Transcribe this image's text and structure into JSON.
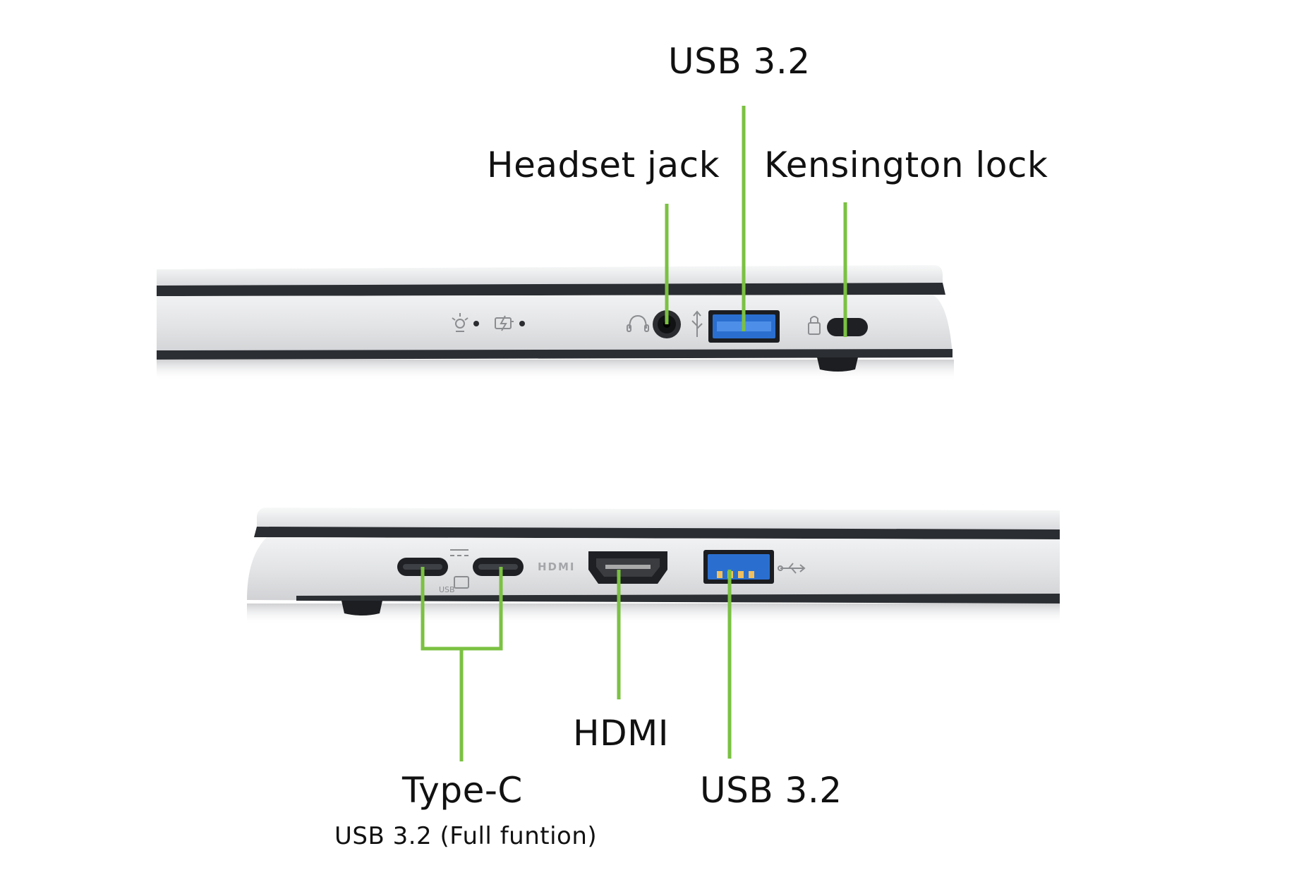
{
  "colors": {
    "leader": "#7bc142",
    "chassis": "#e3e4e6",
    "chassis_light": "#f2f3f4",
    "chassis_shade": "#c9cacd",
    "dark_strip": "#23262b",
    "usb_blue": "#2a6fcf",
    "text": "#111111"
  },
  "right_side": {
    "labels": {
      "headset": "Headset jack",
      "usb": "USB 3.2",
      "kensington": "Kensington lock"
    },
    "icons": [
      "brightness-indicator-icon",
      "battery-charging-indicator-icon",
      "headset-icon",
      "usb-icon",
      "lock-icon"
    ]
  },
  "left_side": {
    "labels": {
      "typec": "Type-C",
      "typec_sub": "USB 3.2 (Full funtion)",
      "hdmi": "HDMI",
      "usb": "USB 3.2"
    },
    "port_marks": {
      "hdmi": "HDMI",
      "usb_c": "USB"
    },
    "icons": [
      "usb-c-displayport-icon",
      "hdmi-icon",
      "usb-icon"
    ]
  }
}
